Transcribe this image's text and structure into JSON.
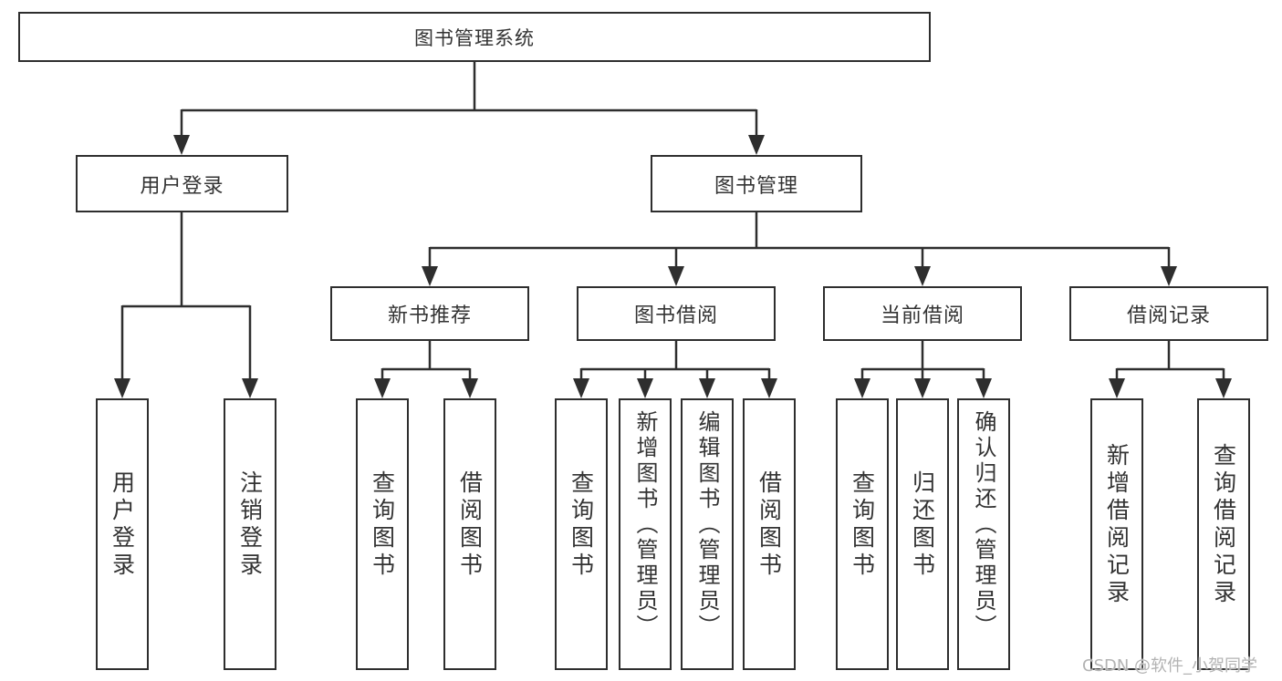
{
  "diagram_type": "hierarchy-tree",
  "colors": {
    "line": "#2e2e2e",
    "box_border": "#2e2e2e",
    "box_fill": "#ffffff",
    "text": "#333333",
    "watermark_text": "#b3b3b3"
  },
  "tree": {
    "root": {
      "label": "图书管理系统",
      "children": [
        {
          "label": "用户登录",
          "children": [
            {
              "label": "用户登录"
            },
            {
              "label": "注销登录"
            }
          ]
        },
        {
          "label": "图书管理",
          "children": [
            {
              "label": "新书推荐",
              "children": [
                {
                  "label": "查询图书"
                },
                {
                  "label": "借阅图书"
                }
              ]
            },
            {
              "label": "图书借阅",
              "children": [
                {
                  "label": "查询图书"
                },
                {
                  "label": "新增图书（管理员）"
                },
                {
                  "label": "编辑图书（管理员）"
                },
                {
                  "label": "借阅图书"
                }
              ]
            },
            {
              "label": "当前借阅",
              "children": [
                {
                  "label": "查询图书"
                },
                {
                  "label": "归还图书"
                },
                {
                  "label": "确认归还（管理员）"
                }
              ]
            },
            {
              "label": "借阅记录",
              "children": [
                {
                  "label": "新增借阅记录"
                },
                {
                  "label": "查询借阅记录"
                }
              ]
            }
          ]
        }
      ]
    }
  },
  "watermark": {
    "text": "CSDN @软件_小贺同学"
  }
}
